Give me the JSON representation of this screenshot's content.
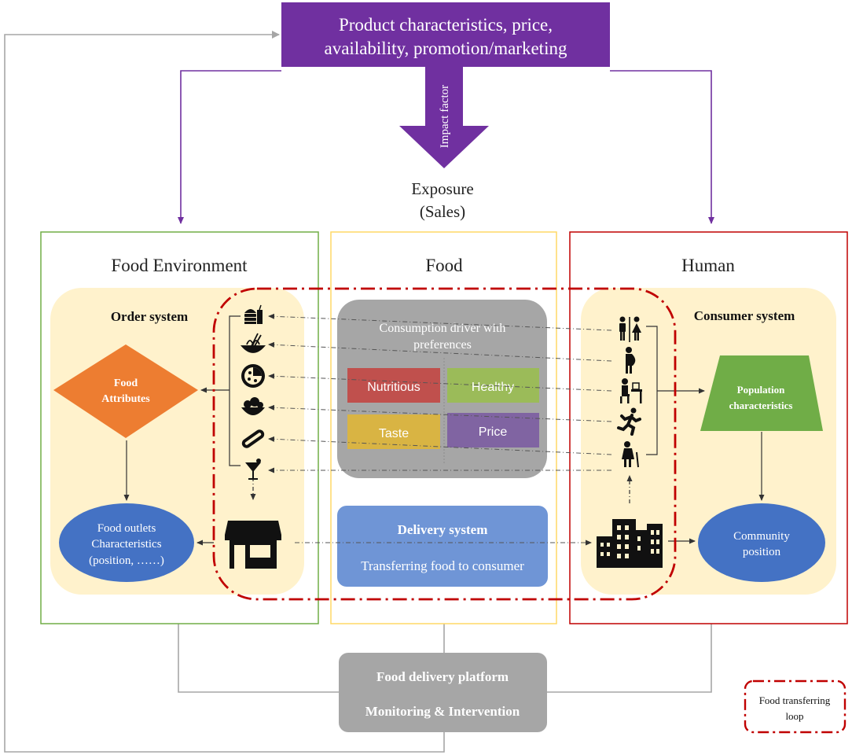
{
  "top_box": {
    "line1": "Product characteristics, price,",
    "line2": "availability, promotion/marketing",
    "color": "#7030a0"
  },
  "impact_label": "Impact factor",
  "exposure": {
    "line1": "Exposure",
    "line2": "(Sales)"
  },
  "panels": {
    "food_environment": {
      "title": "Food Environment",
      "border": "#70ad47"
    },
    "food": {
      "title": "Food",
      "border": "#ffd966"
    },
    "human": {
      "title": "Human",
      "border": "#c00000"
    }
  },
  "order_system": {
    "title": "Order system"
  },
  "food_attributes": {
    "line1": "Food",
    "line2": "Attributes",
    "color": "#ed7d31"
  },
  "food_outlets": {
    "line1": "Food outlets",
    "line2": "Characteristics",
    "line3": "(position, ……)",
    "color": "#4472c4"
  },
  "consumption": {
    "line1": "Consumption driver with",
    "line2": "preferences",
    "nutritious": "Nutritious",
    "healthy": "Healthy",
    "taste": "Taste",
    "price": "Price"
  },
  "delivery": {
    "title": "Delivery system",
    "subtitle": "Transferring food to consumer"
  },
  "consumer_system": {
    "title": "Consumer system"
  },
  "population": {
    "line1": "Population",
    "line2": "characteristics",
    "color": "#70ad47"
  },
  "community": {
    "line1": "Community",
    "line2": "position"
  },
  "platform": {
    "line1": "Food delivery platform",
    "line2": "Monitoring & Intervention"
  },
  "legend": {
    "line1": "Food transferring",
    "line2": "loop"
  },
  "icons": {
    "food": [
      "burger-drink-icon",
      "noodles-icon",
      "pizza-icon",
      "fruit-bowl-icon",
      "hotdog-icon",
      "cocktail-icon",
      "store-icon"
    ],
    "human": [
      "restroom-icon",
      "pregnant-icon",
      "desk-worker-icon",
      "runner-icon",
      "elderly-icon",
      "buildings-icon"
    ]
  }
}
